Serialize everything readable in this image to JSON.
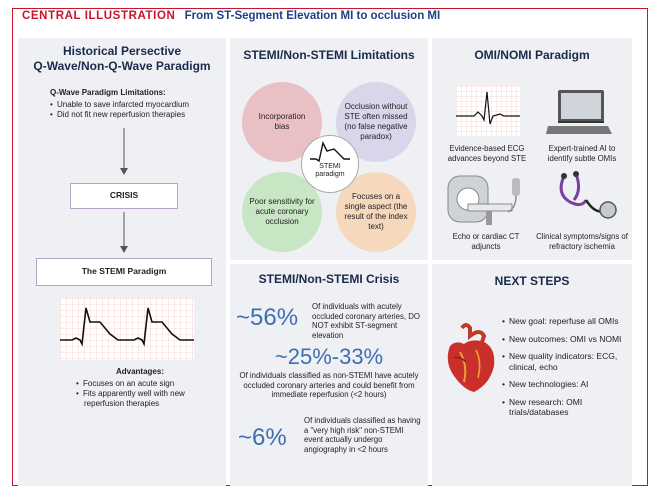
{
  "header": {
    "label": "CENTRAL ILLUSTRATION",
    "title": "From ST-Segment Elevation MI to occlusion MI"
  },
  "left": {
    "title_line1": "Historical Persective",
    "title_line2": "Q-Wave/Non-Q-Wave Paradigm",
    "limitations_heading": "Q-Wave Paradigm Limitations:",
    "limitations": [
      "Unable to save infarcted myocardium",
      "Did not fit new reperfusion therapies"
    ],
    "crisis_label": "CRISIS",
    "stemi_paradigm_label": "The STEMI Paradigm",
    "advantages_heading": "Advantages:",
    "advantages": [
      "Focuses on an acute sign",
      "Fits apparently well with new",
      "reperfusion therapies"
    ]
  },
  "middle": {
    "title": "STEMI/Non-STEMI Limitations",
    "circles": {
      "top_left": "Incorporation bias",
      "top_right": "Occlusion without STE often missed (no false negative paradox)",
      "bottom_left": "Poor sensitivity for acute coronary occlusion",
      "bottom_right": "Focuses on a single aspect (the result of the index text)",
      "center": "STEMI paradigm"
    },
    "crisis_title": "STEMI/Non-STEMI Crisis",
    "stats": [
      {
        "value": "~56%",
        "text": "Of individuals with acutely occluded coronary arteries, DO NOT exhibit ST-segment elevation"
      },
      {
        "value": "~25%-33%",
        "text": "Of individuals classified as non-STEMI have acutely occluded coronary arteries and could benefit from immediate reperfusion (<2 hours)"
      },
      {
        "value": "~6%",
        "text": "Of individuals classified as having a \"very high risk\" non-STEMI event actually undergo angiography in <2 hours"
      }
    ]
  },
  "right": {
    "title": "OMI/NOMI Paradigm",
    "items": [
      {
        "icon": "ecg-strip-icon",
        "text": "Evidence-based ECG advances beyond STE"
      },
      {
        "icon": "laptop-icon",
        "text": "Expert-trained AI to identify subtle OMIs"
      },
      {
        "icon": "ct-scanner-icon",
        "text": "Echo or cardiac CT adjuncts"
      },
      {
        "icon": "stethoscope-icon",
        "text": "Clinical symptoms/signs of refractory ischemia"
      }
    ],
    "next_title": "NEXT STEPS",
    "next_steps": [
      "New goal: reperfuse all OMIs",
      "New outcomes: OMI vs NOMI",
      "New quality indicators: ECG, clinical, echo",
      "New technologies: AI",
      "New research: OMI trials/databases"
    ]
  },
  "colors": {
    "accent_red": "#c9142b",
    "title_blue": "#1f3f86",
    "stat_blue": "#3f6fb0",
    "panel_gray": "#eef0f4",
    "circle_pink": "#e9c0c4",
    "circle_green": "#c9e6c4",
    "circle_orange": "#f6d8bd",
    "circle_lavender": "#d9d6ec"
  }
}
